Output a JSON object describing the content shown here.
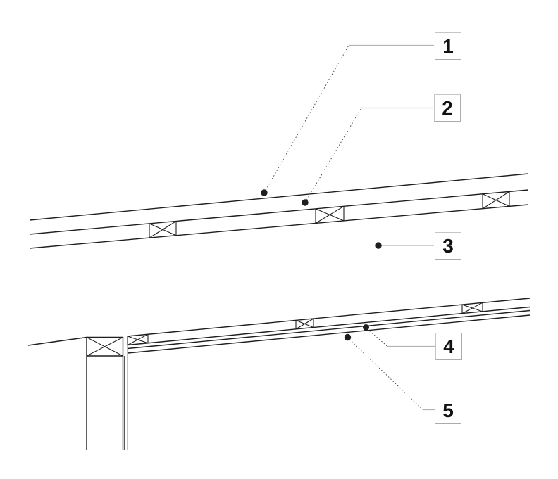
{
  "figure": {
    "kind": "construction-detail-drawing",
    "description": "Two sloped roof build-up sections with cross-batten symbols, a support column, and five numbered callouts"
  },
  "colors": {
    "background": "#ffffff",
    "drawing_line": "#1f1f1f",
    "leader_line": "#b4b4b4",
    "leader_dotted": "#4a4a4a",
    "marker_fill": "#1f1f1f",
    "callout_border": "#c6c6c6",
    "callout_number": "#111111"
  },
  "callouts": [
    {
      "number": "1",
      "marker": "dot"
    },
    {
      "number": "2",
      "marker": "dot"
    },
    {
      "number": "3",
      "marker": "dot"
    },
    {
      "number": "4",
      "marker": "dot"
    },
    {
      "number": "5",
      "marker": "dot"
    }
  ]
}
